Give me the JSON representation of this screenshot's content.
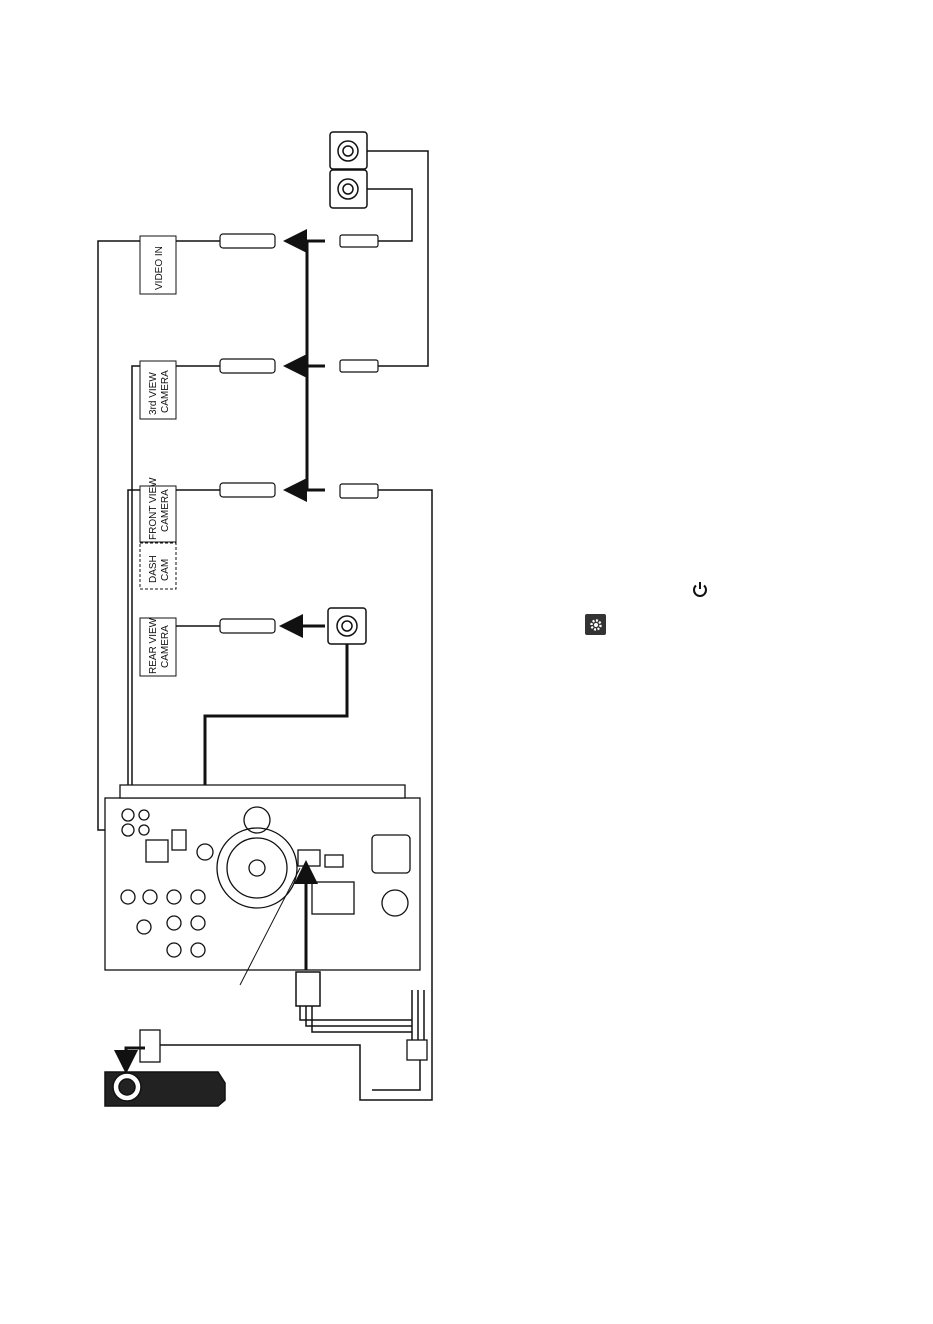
{
  "labels": {
    "video_in": "VIDEO IN",
    "third_view_1": "3rd VIEW",
    "third_view_2": "CAMERA",
    "front_view_1": "FRONT VIEW",
    "front_view_2": "CAMERA",
    "dash_cam_1": "DASH",
    "dash_cam_2": "CAM",
    "rear_view_1": "REAR VIEW",
    "rear_view_2": "CAMERA"
  },
  "icons": {
    "power": "power-icon",
    "settings": "gear-icon"
  },
  "colors": {
    "line": "#111111",
    "box_fill": "#ffffff",
    "gear_bg": "#333333"
  }
}
